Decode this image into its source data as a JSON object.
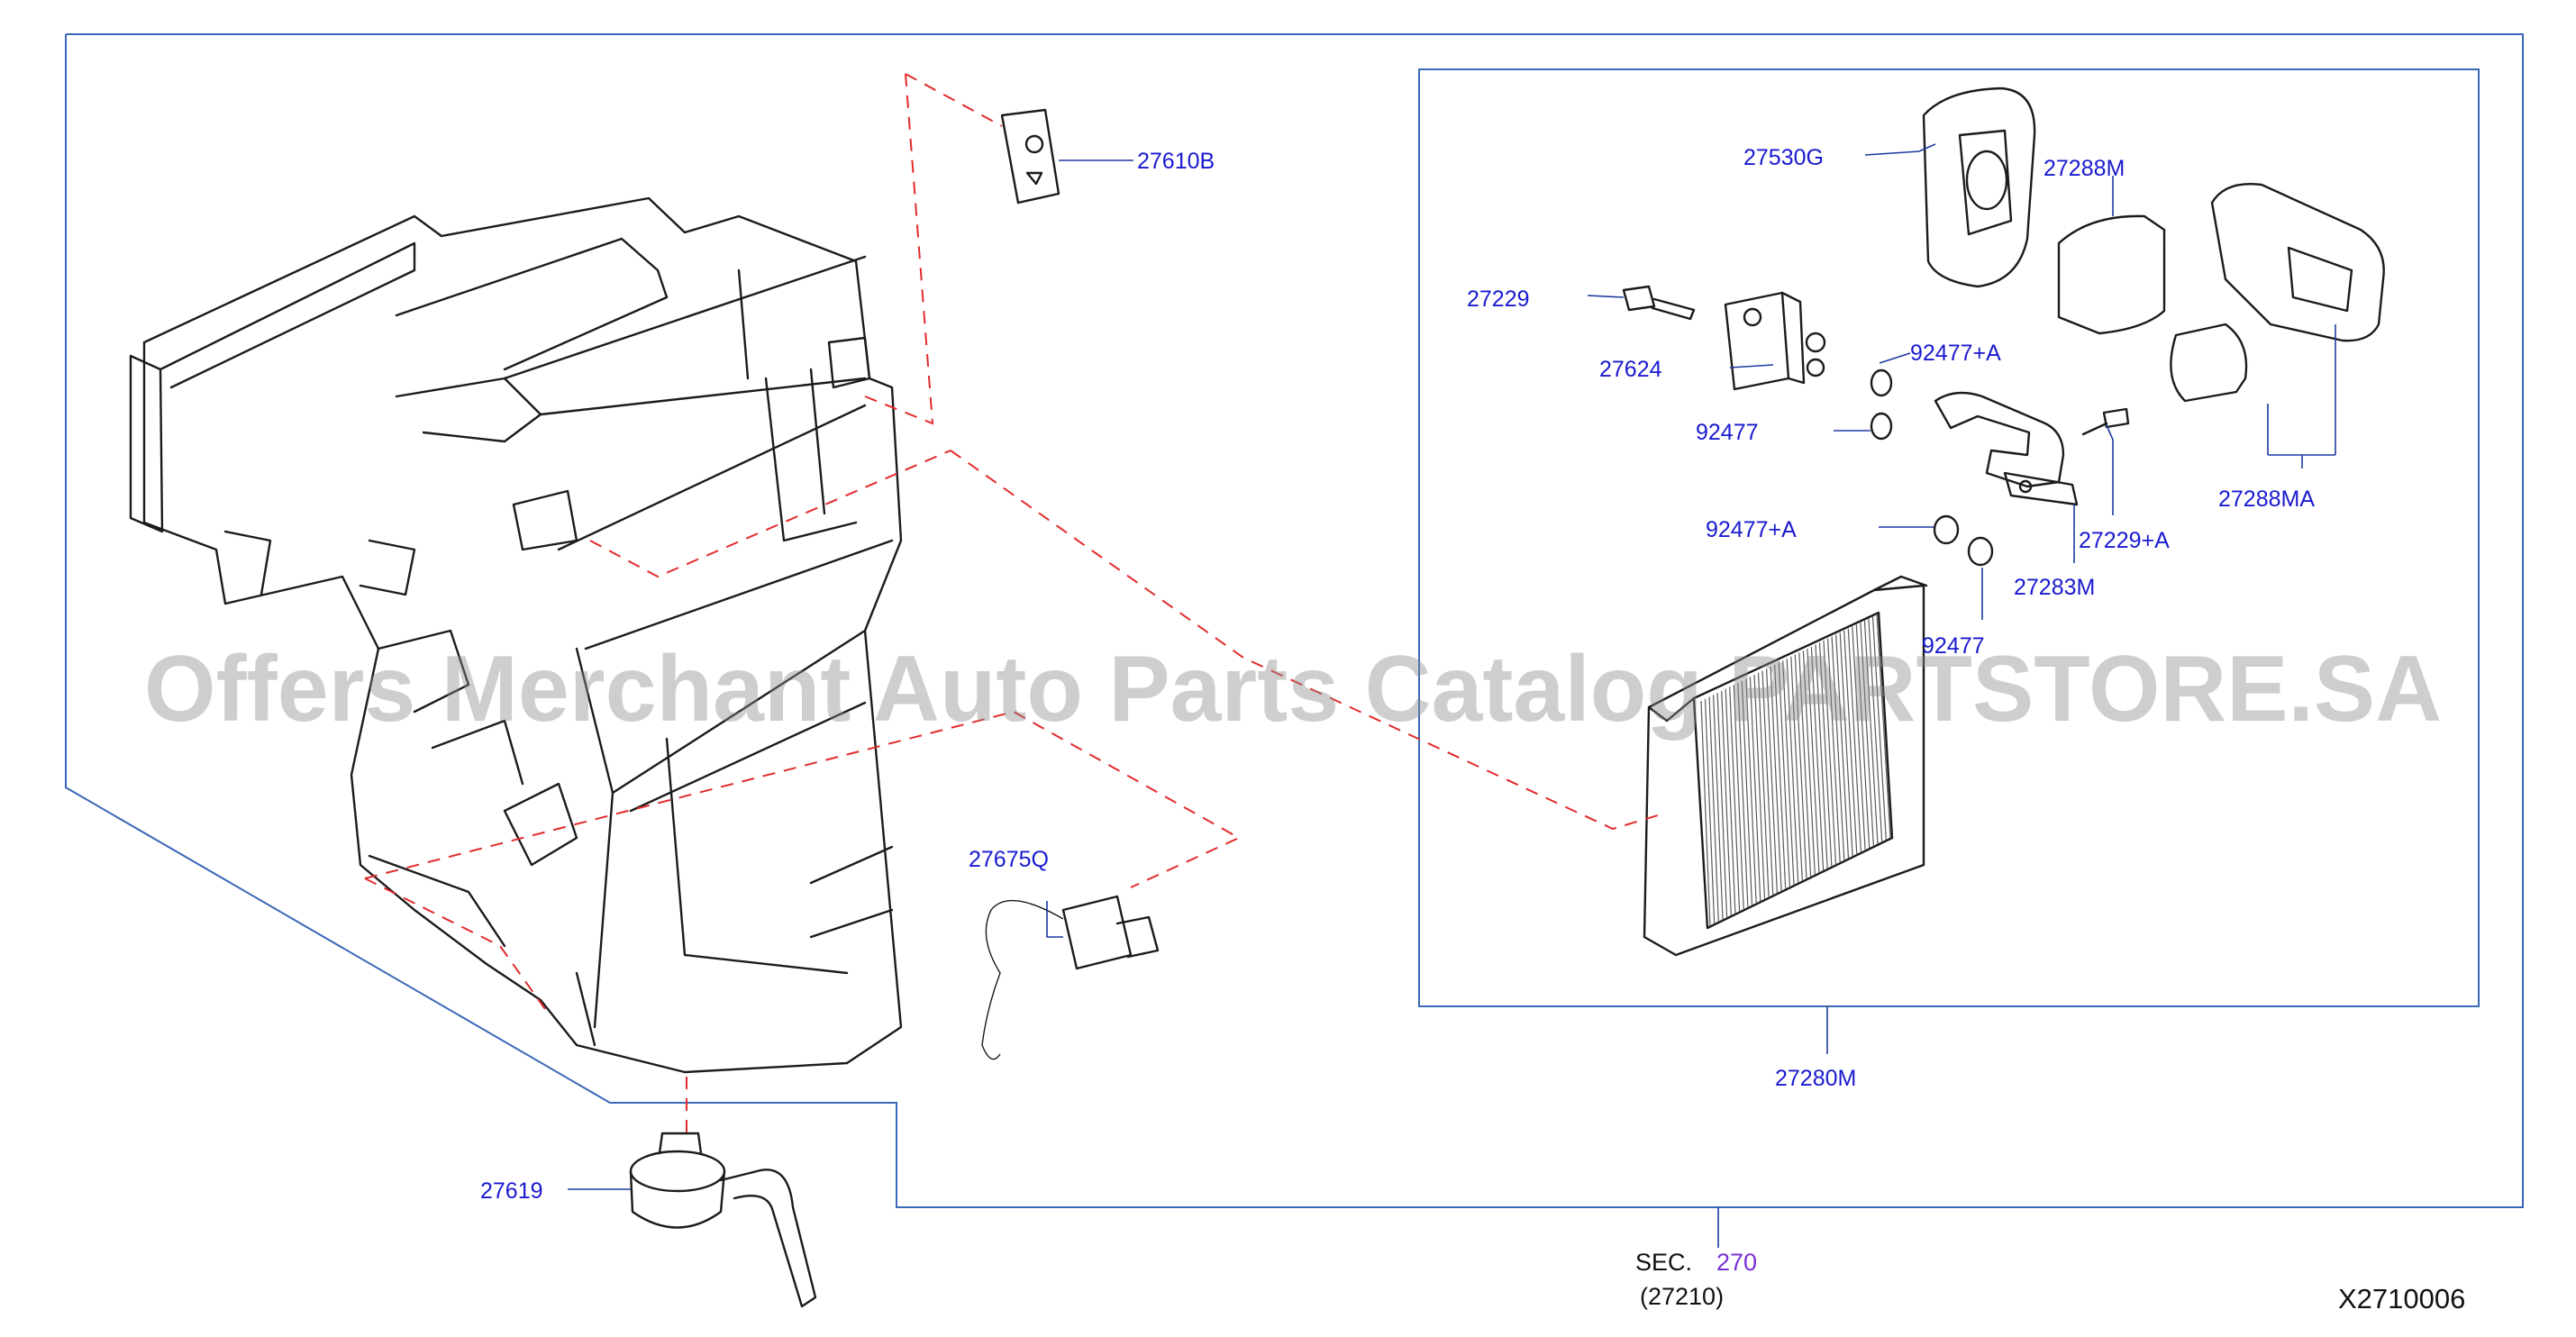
{
  "diagram": {
    "code": "X2710006",
    "watermark": "Offers Merchant Auto Parts Catalog PARTSTORE.SA",
    "callouts": [
      {
        "id": "27610B",
        "label": "27610B"
      },
      {
        "id": "27530G",
        "label": "27530G"
      },
      {
        "id": "27288M",
        "label": "27288M"
      },
      {
        "id": "27229",
        "label": "27229"
      },
      {
        "id": "27624",
        "label": "27624"
      },
      {
        "id": "92477+A_top",
        "label": "92477+A"
      },
      {
        "id": "92477_left",
        "label": "92477"
      },
      {
        "id": "92477+A_mid",
        "label": "92477+A"
      },
      {
        "id": "27229+A",
        "label": "27229+A"
      },
      {
        "id": "27288MA",
        "label": "27288MA"
      },
      {
        "id": "27283M",
        "label": "27283M"
      },
      {
        "id": "92477_right",
        "label": "92477"
      },
      {
        "id": "27675Q",
        "label": "27675Q"
      },
      {
        "id": "27280M",
        "label": "27280M"
      },
      {
        "id": "27619",
        "label": "27619"
      }
    ],
    "section_ref": {
      "prefix": "SEC.",
      "number": "270",
      "sub": "(27210)"
    },
    "colors": {
      "callout_text": "#1a1ad0",
      "frame_line": "#3a68b8",
      "dashed_guide": "#e22b2b",
      "section_link": "#7a2fd6"
    }
  }
}
